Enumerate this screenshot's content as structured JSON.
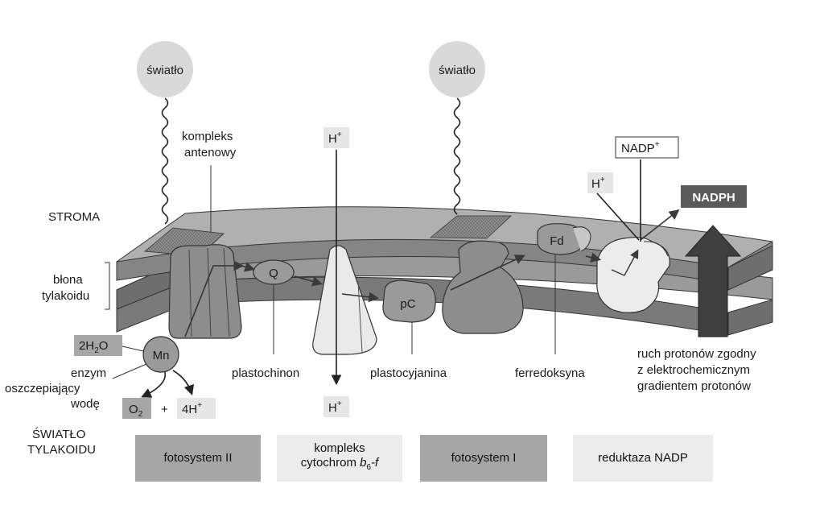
{
  "light_top_left": "światło",
  "light_top_mid": "światło",
  "label_stroma": "STROMA",
  "label_membrane_1": "błona",
  "label_membrane_2": "tylakoidu",
  "label_lumen_1": "ŚWIATŁO",
  "label_lumen_2": "TYLAKOIDU",
  "label_antenna_1": "kompleks",
  "label_antenna_2": "antenowy",
  "hplus_top": "H",
  "hplus_right": "H",
  "hplus_bottom_mid": "H",
  "hplus_superscript": "+",
  "nadp_plus": "NADP",
  "nadph": "NADPH",
  "q_label": "Q",
  "pc_label": "pC",
  "fd_label": "Fd",
  "mn_label": "Mn",
  "water_label": "2H",
  "water_sub": "2",
  "water_o": "O",
  "oxygen_label": "O",
  "oxygen_sub": "2",
  "plus_sign": "+",
  "protons_4h": "4H",
  "enzyme_label_1": "enzym",
  "enzyme_label_2": "oszczepiający",
  "enzyme_label_3": "wodę",
  "plastoquinone_label": "plastochinon",
  "plastocyanin_label": "plastocyjanina",
  "ferredoxin_label": "ferredoksyna",
  "proton_flow_1": "ruch protonów zgodny",
  "proton_flow_2": "z elektrochemicznym",
  "proton_flow_3": "gradientem protonów",
  "legend": {
    "ps2": "fotosystem II",
    "cyt_1": "kompleks",
    "cyt_2a": "cytochrom ",
    "cyt_2b": "b",
    "cyt_2c": "6",
    "cyt_2d": "-f",
    "ps1": "fotosystem I",
    "nadp_reductase": "reduktaza NADP"
  },
  "colors": {
    "membrane_top": "#a9a9a9",
    "membrane_side": "#6e6e6e",
    "protein_dark": "#8a8a8a",
    "protein_light": "#ececec",
    "legend_dark": "#a6a6a6",
    "legend_light": "#ececec",
    "nadph_bg": "#5a5a5a"
  }
}
